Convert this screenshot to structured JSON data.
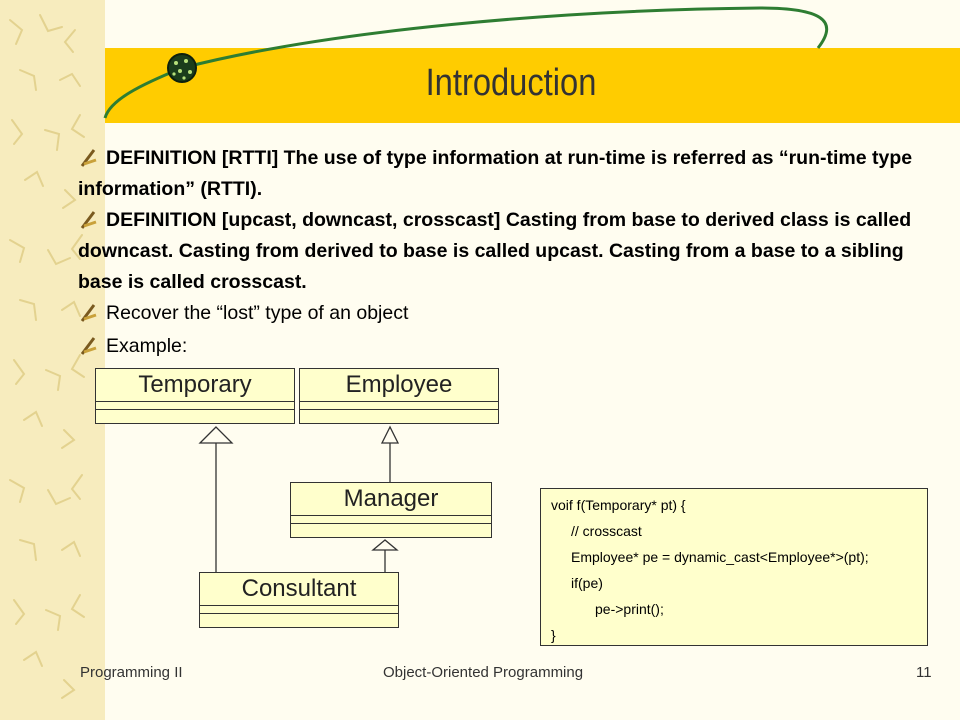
{
  "slide": {
    "title": "Introduction",
    "bullets": [
      {
        "text": "DEFINITION [RTTI] The use of type information at run-time is referred as “run-time type information” (RTTI).",
        "bold": true
      },
      {
        "text": "DEFINITION [upcast, downcast, crosscast] Casting from base to derived class is called downcast. Casting from derived to base is called upcast. Casting from a base to a sibling base is called crosscast.",
        "bold": true
      },
      {
        "text": "Recover the “lost” type of an object",
        "bold": false
      },
      {
        "text": "Example:",
        "bold": false
      }
    ]
  },
  "diagram": {
    "classes": {
      "temporary": "Temporary",
      "employee": "Employee",
      "manager": "Manager",
      "consultant": "Consultant"
    }
  },
  "code": {
    "lines": [
      "voif f(Temporary* pt) {",
      "// crosscast",
      "Employee* pe = dynamic_cast<Employee*>(pt);",
      "if(pe)",
      "pe->print();",
      "}"
    ]
  },
  "footer": {
    "left": "Programming II",
    "center": "Object-Oriented Programming",
    "page": "11"
  },
  "colors": {
    "title_bar": "#ffcc00",
    "background": "#fffdf0",
    "left_strip": "#f7ecbe",
    "class_box": "#ffffcc",
    "swoosh": "#2e7d32"
  }
}
